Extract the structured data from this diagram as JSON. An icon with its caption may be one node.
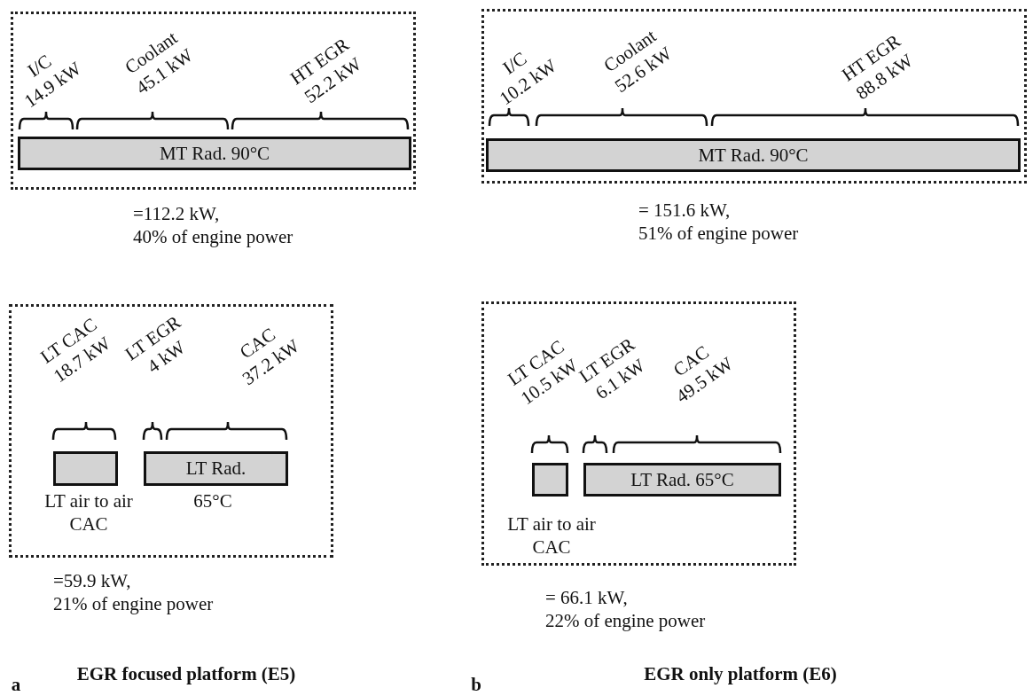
{
  "diagram": {
    "nodes": [
      {
        "text": [],
        "shape": "box",
        "beside": [
          "=112.2 kW, 40% of engine power"
        ]
      },
      {
        "text": [
          "MT Rad. 90°C"
        ],
        "in": 0
      },
      {
        "text": [],
        "shape": "box",
        "beside": [
          "= 151.6 kW, 51% of engine power"
        ]
      },
      {
        "text": [
          "MT Rad. 90°C"
        ],
        "in": 2
      },
      {
        "text": [],
        "shape": "box",
        "beside": [
          "=59.9 kW, 21% of engine power"
        ]
      },
      {
        "text": [],
        "shape": "box",
        "in": 4,
        "beside": [
          "LT air to air CAC"
        ]
      },
      {
        "text": [
          "LT Rad."
        ],
        "in": 4,
        "beside": [
          "65°C"
        ]
      },
      {
        "text": [],
        "shape": "box",
        "beside": [
          "= 66.1 kW, 22% of engine power"
        ]
      },
      {
        "text": [],
        "shape": "box",
        "in": 7,
        "beside": [
          "LT air to air CAC"
        ]
      },
      {
        "text": [
          "LT Rad. 65°C"
        ],
        "in": 7
      }
    ],
    "edges": [],
    "labels": [
      "I/C 14.9 kW",
      "Coolant 45.1 kW",
      "HT EGR 52.2 kW",
      "I/C 10.2 kW",
      "Coolant 52.6 kW",
      "HT EGR 88.8 kW",
      "LT CAC 18.7 kW",
      "LT EGR 4 kW",
      "CAC 37.2 kW",
      "LT CAC 10.5 kW",
      "LT EGR 6.1 kW",
      "CAC 49.5 kW",
      "a",
      "EGR focused platform (E5)",
      "b",
      "EGR only platform (E6)"
    ]
  }
}
